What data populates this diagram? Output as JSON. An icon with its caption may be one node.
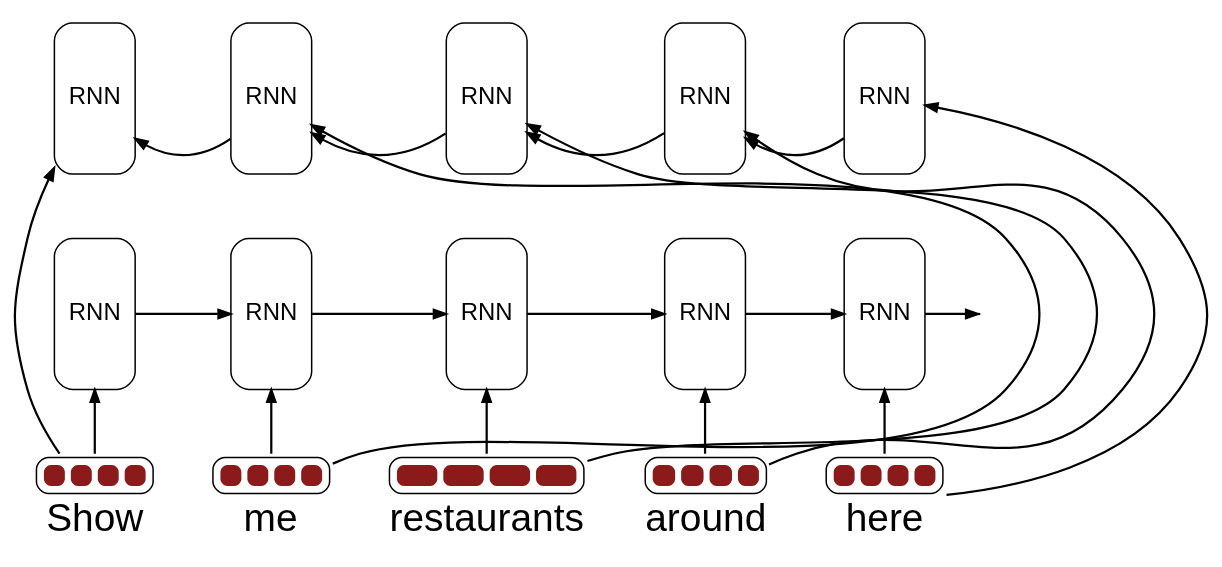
{
  "diagram": {
    "nodes": [
      {
        "text": [
          "RNN"
        ]
      },
      {
        "text": [
          "RNN"
        ]
      },
      {
        "text": [
          "RNN"
        ]
      },
      {
        "text": [
          "RNN"
        ]
      },
      {
        "text": [
          "RNN"
        ]
      },
      {
        "text": [
          "RNN"
        ]
      },
      {
        "text": [
          "RNN"
        ]
      },
      {
        "text": [
          "RNN"
        ]
      },
      {
        "text": [
          "RNN"
        ]
      },
      {
        "text": [
          "RNN"
        ]
      },
      {
        "text": [],
        "shape": "bar",
        "beside": [
          "Show"
        ]
      },
      {
        "text": [],
        "shape": "bar",
        "beside": [
          "me"
        ]
      },
      {
        "text": [],
        "shape": "bar",
        "beside": [
          "restaurants"
        ]
      },
      {
        "text": [],
        "shape": "bar",
        "beside": [
          "around"
        ]
      },
      {
        "text": [],
        "shape": "bar",
        "beside": [
          "here"
        ]
      }
    ],
    "edges": [
      {
        "from": 4,
        "to": 3,
        "arrow": "to"
      },
      {
        "from": 3,
        "to": 2,
        "arrow": "to"
      },
      {
        "from": 2,
        "to": 1,
        "arrow": "to"
      },
      {
        "from": 1,
        "to": 0,
        "arrow": "to"
      },
      {
        "from": 5,
        "to": 6,
        "arrow": "to"
      },
      {
        "from": 6,
        "to": 7,
        "arrow": "to"
      },
      {
        "from": 7,
        "to": 8,
        "arrow": "to"
      },
      {
        "from": 8,
        "to": 9,
        "arrow": "to"
      },
      {
        "from": 9,
        "to": null,
        "arrow": "to"
      },
      {
        "from": 10,
        "to": 5,
        "arrow": "to"
      },
      {
        "from": 10,
        "to": 0,
        "arrow": "to"
      },
      {
        "from": 11,
        "to": 6,
        "arrow": "to"
      },
      {
        "from": 11,
        "to": 1,
        "arrow": "to"
      },
      {
        "from": 12,
        "to": 7,
        "arrow": "to"
      },
      {
        "from": 12,
        "to": 2,
        "arrow": "to"
      },
      {
        "from": 13,
        "to": 8,
        "arrow": "to"
      },
      {
        "from": 13,
        "to": 3,
        "arrow": "to"
      },
      {
        "from": 14,
        "to": 9,
        "arrow": "to"
      },
      {
        "from": 14,
        "to": 4,
        "arrow": "to"
      }
    ]
  }
}
